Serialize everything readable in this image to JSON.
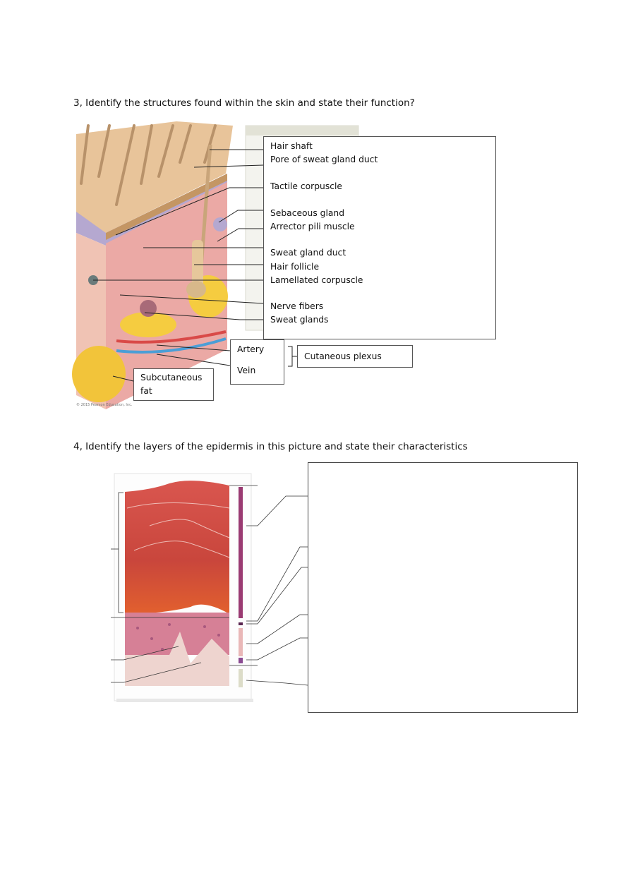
{
  "questions": [
    {
      "text": "3, Identify the structures found within the skin and state their function?"
    },
    {
      "text": "4, Identify the layers of the epidermis in this picture and state their characteristics"
    }
  ],
  "skin_diagram": {
    "labels": [
      "Hair shaft",
      "Pore of sweat gland duct",
      "Tactile corpuscle",
      "Sebaceous gland",
      "Arrector pili muscle",
      "Sweat gland duct",
      "Hair follicle",
      "Lamellated corpuscle",
      "Nerve fibers",
      "Sweat glands"
    ],
    "vessel_labels": [
      "Artery",
      "Vein"
    ],
    "plexus_label": "Cutaneous plexus",
    "fat_label_line1": "Subcutaneous",
    "fat_label_line2": "fat",
    "copyright": "© 2015 Pearson Education, Inc."
  },
  "epidermis_diagram": {
    "answer_box": ""
  }
}
